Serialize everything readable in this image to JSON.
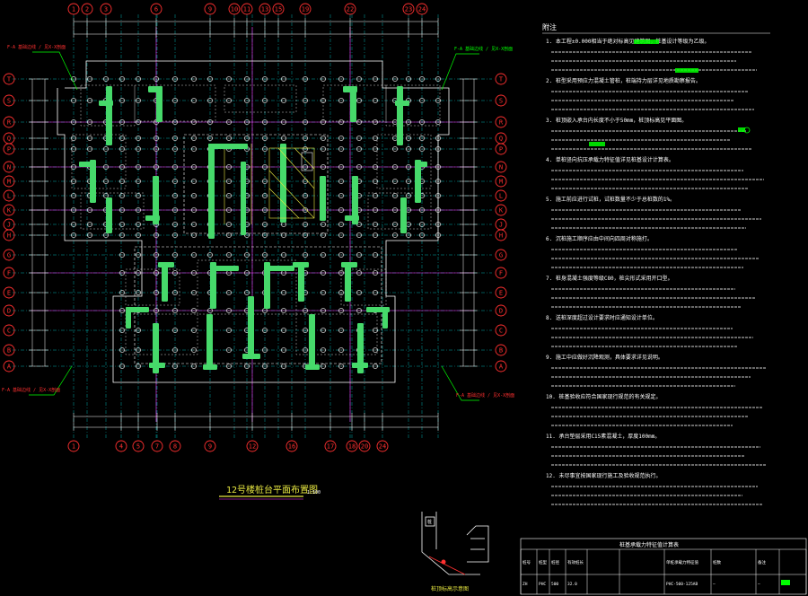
{
  "plan": {
    "title": "12号楼桩台平面布置图",
    "scale": "1:100",
    "grid_top": [
      "1",
      "2",
      "3",
      "6",
      "9",
      "10",
      "11",
      "13",
      "15",
      "19",
      "22",
      "23",
      "24"
    ],
    "grid_bottom": [
      "1",
      "4",
      "5",
      "7",
      "8",
      "9",
      "12",
      "16",
      "17",
      "18",
      "20",
      "24"
    ],
    "grid_rows": [
      "T",
      "S",
      "R",
      "Q",
      "P",
      "N",
      "M",
      "L",
      "K",
      "J",
      "H",
      "G",
      "F",
      "E",
      "D",
      "C",
      "B",
      "A"
    ],
    "callout_tl": "F-A 基础边线 / 见X-X剖面",
    "callout_tr": "F-A 基础边线 / 见X-X剖面",
    "callout_bl": "F-A 基础边线 / 见X-X剖面",
    "callout_br": "F-A 基础边线 / 见X-X剖面"
  },
  "detail": {
    "label": "桩顶标高示意图",
    "tag": "桩"
  },
  "notes": {
    "title": "附注",
    "lines": [
      "1. 本工程±0.000相当于绝对标高见建筑图，桩基设计等级为乙级。",
      "2. 桩型采用预应力混凝土管桩，桩端持力层详见地质勘察报告。",
      "3. 桩顶嵌入承台内长度不小于50mm，桩顶标高见平面图。",
      "4. 单桩竖向抗压承载力特征值详见桩基设计计算表。",
      "5. 施工前应进行试桩，试桩数量不少于总桩数的1%。",
      "6. 沉桩施工顺序应由中间向四周对称施打。",
      "7. 桩身混凝土强度等级C80，桩尖形式采用开口型。",
      "8. 送桩深度超过设计要求时应通知设计单位。",
      "9. 施工中应做好沉降观测，具体要求详见说明。",
      "10. 桩基验收应符合国家现行规范的有关规定。",
      "11. 承台垫层采用C15素混凝土，厚度100mm。",
      "12. 未尽事宜按国家现行施工及验收规范执行。"
    ]
  },
  "table": {
    "title": "桩基承载力特征值计算表",
    "headers": [
      "桩号",
      "桩型",
      "桩径",
      "有效桩长",
      "单桩承载力特征值",
      "桩数",
      "备注"
    ],
    "row": [
      "ZH",
      "PHC",
      "500",
      "32.0",
      "PHC-500-125AB",
      "—",
      "—"
    ]
  },
  "colors": {
    "wall": "#46d96a",
    "grid": "#00ffff",
    "magenta": "#ff36ff",
    "red": "#ff3030",
    "yellow": "#e6e640",
    "white": "#ffffff",
    "green": "#00ff00"
  }
}
